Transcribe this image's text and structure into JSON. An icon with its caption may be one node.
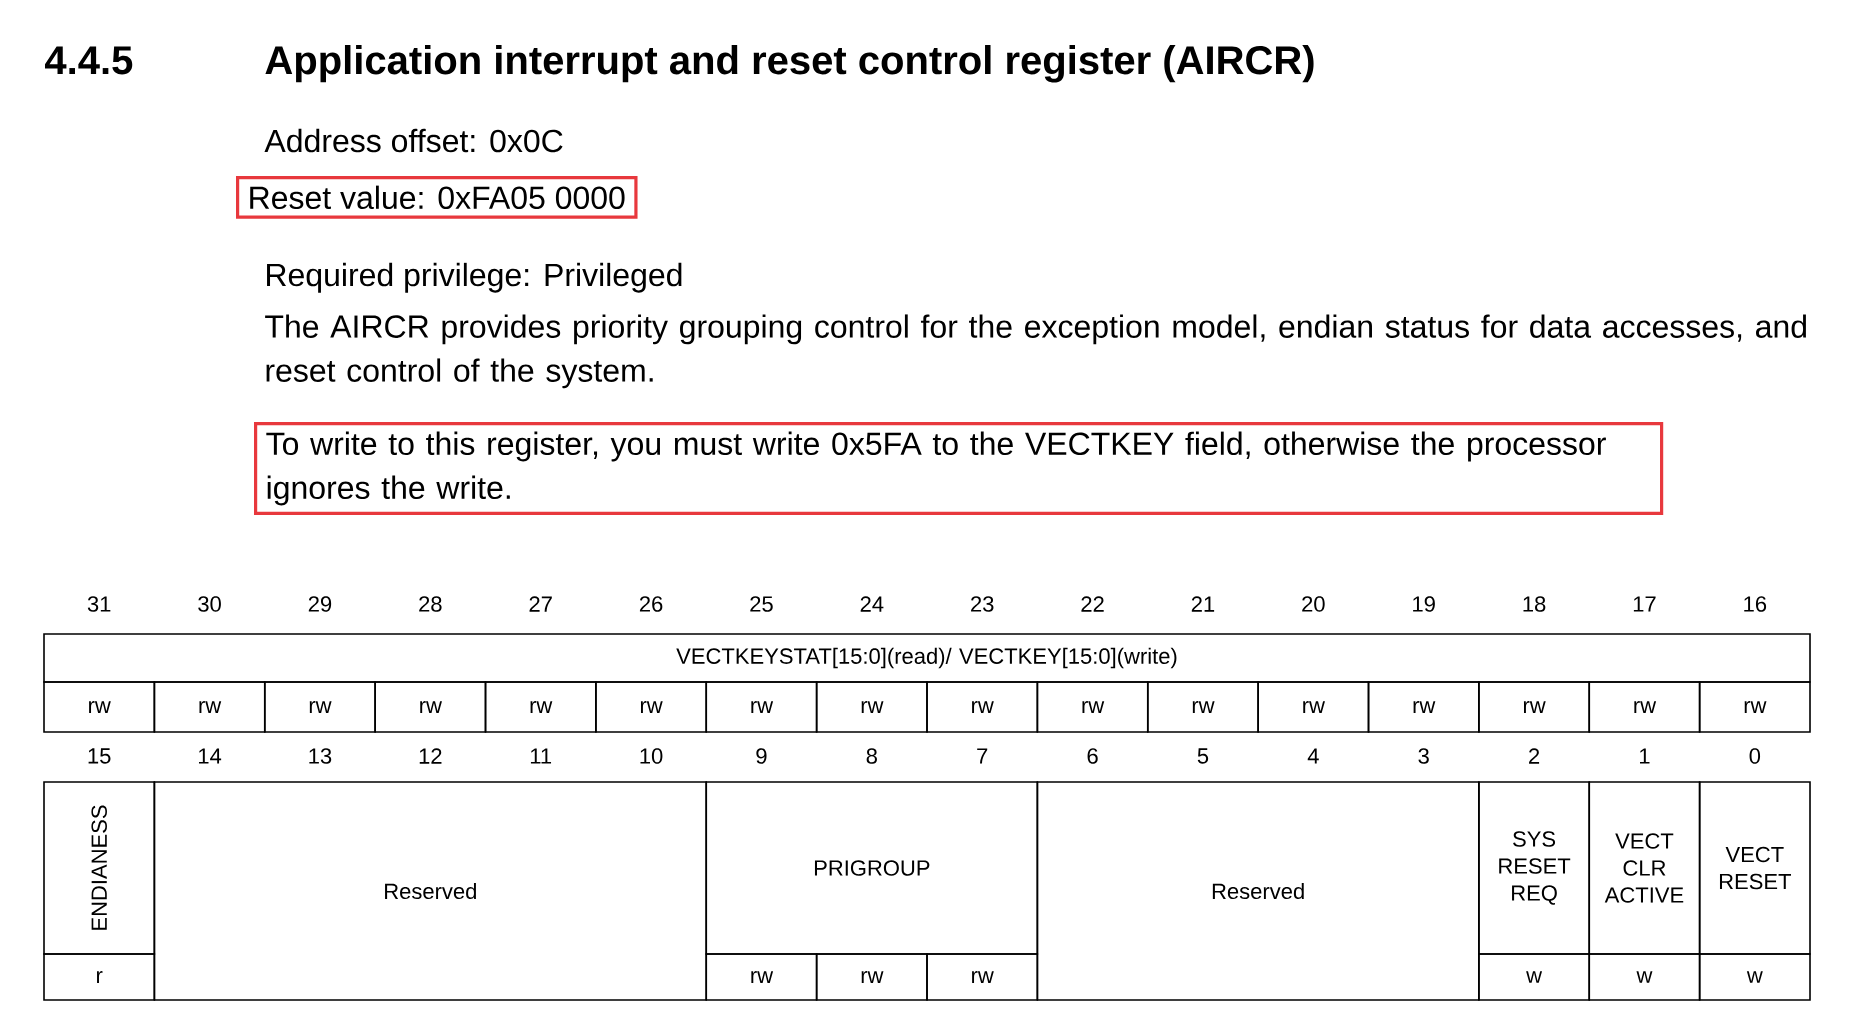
{
  "diagram": {
    "title": "Application interrupt and reset control register (AIRCR)",
    "nodes": [
      {
        "text": [
          "Reset value: 0xFA05 0000"
        ]
      },
      {
        "text": [
          "To write to this register, you must write 0x5FA to the VECTKEY field, otherwise the processor ignores the write."
        ]
      }
    ],
    "labels": [
      "4.4.5",
      "Address offset: 0x0C",
      "Required privilege: Privileged",
      "The AIRCR provides priority grouping control for the exception model, endian status for data accesses, and reset control of the system.",
      "31",
      "30",
      "29",
      "28",
      "27",
      "26",
      "25",
      "24",
      "23",
      "22",
      "21",
      "20",
      "19",
      "18",
      "17",
      "16",
      "VECTKEYSTAT[15:0](read)/ VECTKEY[15:0](write)",
      "rw",
      "rw",
      "rw",
      "rw",
      "rw",
      "rw",
      "rw",
      "rw",
      "rw",
      "rw",
      "rw",
      "rw",
      "rw",
      "rw",
      "rw",
      "rw",
      "15",
      "14",
      "13",
      "12",
      "11",
      "10",
      "9",
      "8",
      "7",
      "6",
      "5",
      "4",
      "3",
      "2",
      "1",
      "0",
      "ENDIANESS",
      "Reserved",
      "PRIGROUP",
      "Reserved",
      "SYS RESET REQ",
      "VECT CLR ACTIVE",
      "VECT RESET",
      "r",
      "rw",
      "rw",
      "rw",
      "w",
      "w",
      "w"
    ]
  }
}
